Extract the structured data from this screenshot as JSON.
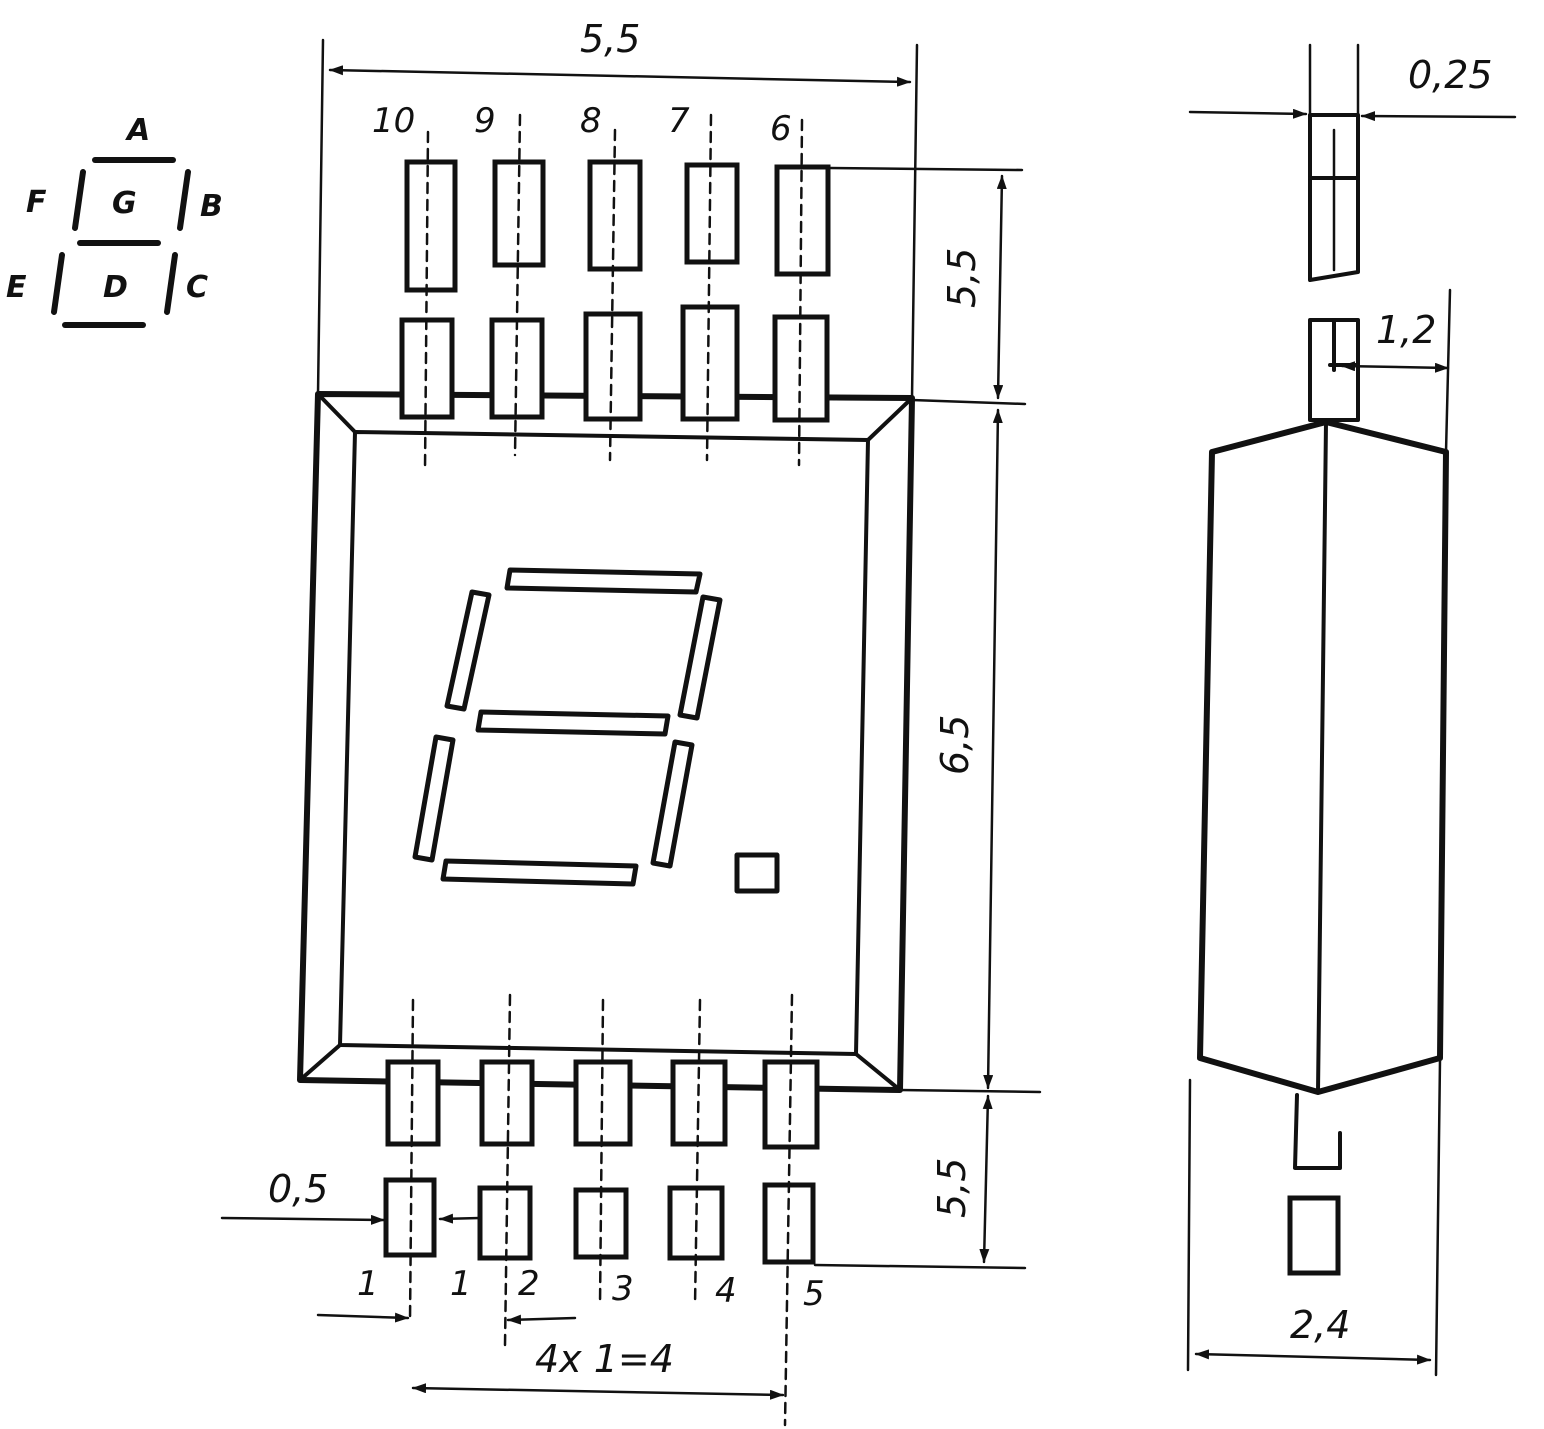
{
  "segment_legend": {
    "letters": [
      "A",
      "B",
      "C",
      "D",
      "E",
      "F",
      "G"
    ]
  },
  "top_pins": [
    "10",
    "9",
    "8",
    "7",
    "6"
  ],
  "bottom_pins": [
    "1",
    "2",
    "3",
    "4",
    "5"
  ],
  "pitch_marker": "1",
  "dimensions": {
    "body_width": "5,5",
    "top_lead_length": "5,5",
    "body_height": "6,5",
    "bottom_lead_length": "5,5",
    "lead_width": "0,5",
    "lead_pitch_total": "4x 1=4",
    "lead_thickness": "0,25",
    "side_lead_offset": "1,2",
    "side_depth": "2,4"
  }
}
